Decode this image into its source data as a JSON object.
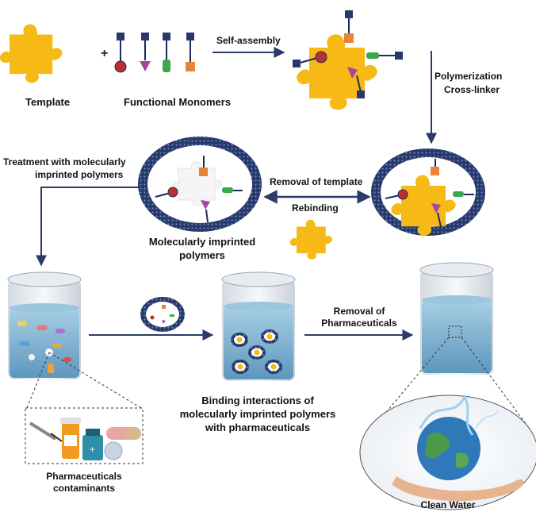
{
  "labels": {
    "template": "Template",
    "functional_monomers": "Functional Monomers",
    "plus": "+",
    "self_assembly": "Self-assembly",
    "polymerization": "Polymerization",
    "cross_linker": "Cross-linker",
    "treatment_line1": "Treatment with molecularly",
    "treatment_line2": "imprinted polymers",
    "removal_of_template": "Removal of template",
    "rebinding": "Rebinding",
    "mip_line1": "Molecularly imprinted",
    "mip_line2": "polymers",
    "removal_pharma_line1": "Removal of",
    "removal_pharma_line2": "Pharmaceuticals",
    "binding_line1": "Binding interactions of",
    "binding_line2": "molecularly imprinted polymers",
    "binding_line3": "with pharmaceuticals",
    "pharma_line1": "Pharmaceuticals",
    "pharma_line2": "contaminants",
    "clean_water": "Clean Water"
  },
  "colors": {
    "template": "#f7b916",
    "monomer_stem": "#1f2a5c",
    "monomer_red": "#b8312f",
    "monomer_purple": "#a545a3",
    "monomer_green": "#3aa84b",
    "monomer_orange": "#e8843a",
    "polymer_ring": "#27386b",
    "arrow": "#2b3a67",
    "water": "#7fb2cf",
    "water_dark": "#5a93b8"
  },
  "icons": {
    "template": "puzzle-template-icon",
    "monomers": "functional-monomer-icons",
    "polymer": "polymer-ring-icon",
    "beaker": "beaker-icon",
    "pharmaceuticals": "pills-syringe-bottle-icon",
    "earth": "earth-water-hand-icon"
  }
}
